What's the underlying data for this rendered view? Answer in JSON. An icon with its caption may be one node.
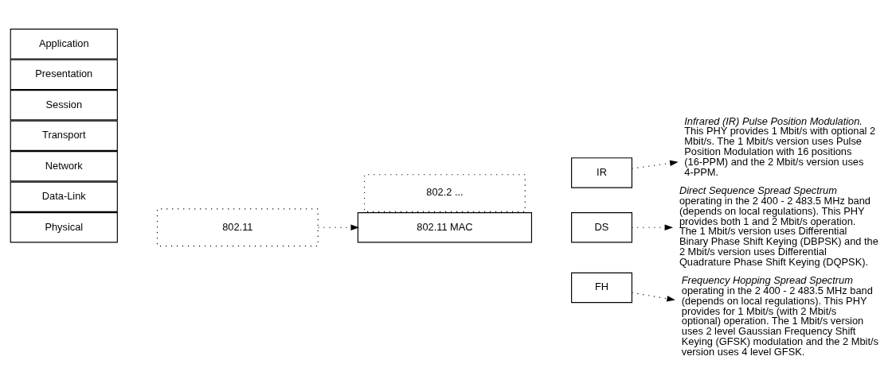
{
  "diagram": {
    "nodes": [
      {
        "text": [
          "Application"
        ]
      },
      {
        "text": [
          "Presentation"
        ]
      },
      {
        "text": [
          "Session"
        ]
      },
      {
        "text": [
          "Transport"
        ]
      },
      {
        "text": [
          "Network"
        ]
      },
      {
        "text": [
          "Data-Link"
        ]
      },
      {
        "text": [
          "Physical"
        ]
      },
      {
        "text": [
          "802.11"
        ]
      },
      {
        "text": [
          "802.2 ..."
        ]
      },
      {
        "text": [
          "802.11 MAC"
        ]
      },
      {
        "text": [
          "IR"
        ]
      },
      {
        "text": [
          "DS"
        ]
      },
      {
        "text": [
          "FH"
        ]
      },
      {
        "text": [
          "Infrared (IR) Pulse Position Modulation.",
          "This PHY provides 1 Mbit/s with optional 2 Mbit/s. The 1 Mbit/s version uses Pulse Position Modulation with 16 positions (16-PPM) and the 2 Mbit/s version uses 4-PPM."
        ]
      },
      {
        "text": [
          "Direct Sequence Spread Spectrum",
          "operating in the 2 400 - 2 483.5 MHz band (depends on local regulations). This PHY provides both 1 and 2 Mbit/s operation. The 1 Mbit/s version uses Differential Binary Phase Shift Keying (DBPSK) and the 2 Mbit/s version uses Differential Quadrature Phase Shift Keying (DQPSK)."
        ]
      },
      {
        "text": [
          "Frequency Hopping Spread Spectrum",
          "operating in the 2 400 - 2 483.5 MHz band (depends on local regulations). This PHY provides for 1 Mbit/s (with 2 Mbit/s optional) operation. The 1 Mbit/s version uses 2 level Gaussian Frequency Shift Keying (GFSK) modulation and the 2 Mbit/s version uses 4 level GFSK."
        ]
      }
    ],
    "edges": [
      {
        "from": 7,
        "to": 9,
        "arrow": "to",
        "style": "dashed"
      },
      {
        "from": 10,
        "to": 13,
        "arrow": "to",
        "style": "dashed"
      },
      {
        "from": 11,
        "to": 14,
        "arrow": "to",
        "style": "dashed"
      },
      {
        "from": 12,
        "to": 15,
        "arrow": "to",
        "style": "dashed"
      }
    ]
  }
}
